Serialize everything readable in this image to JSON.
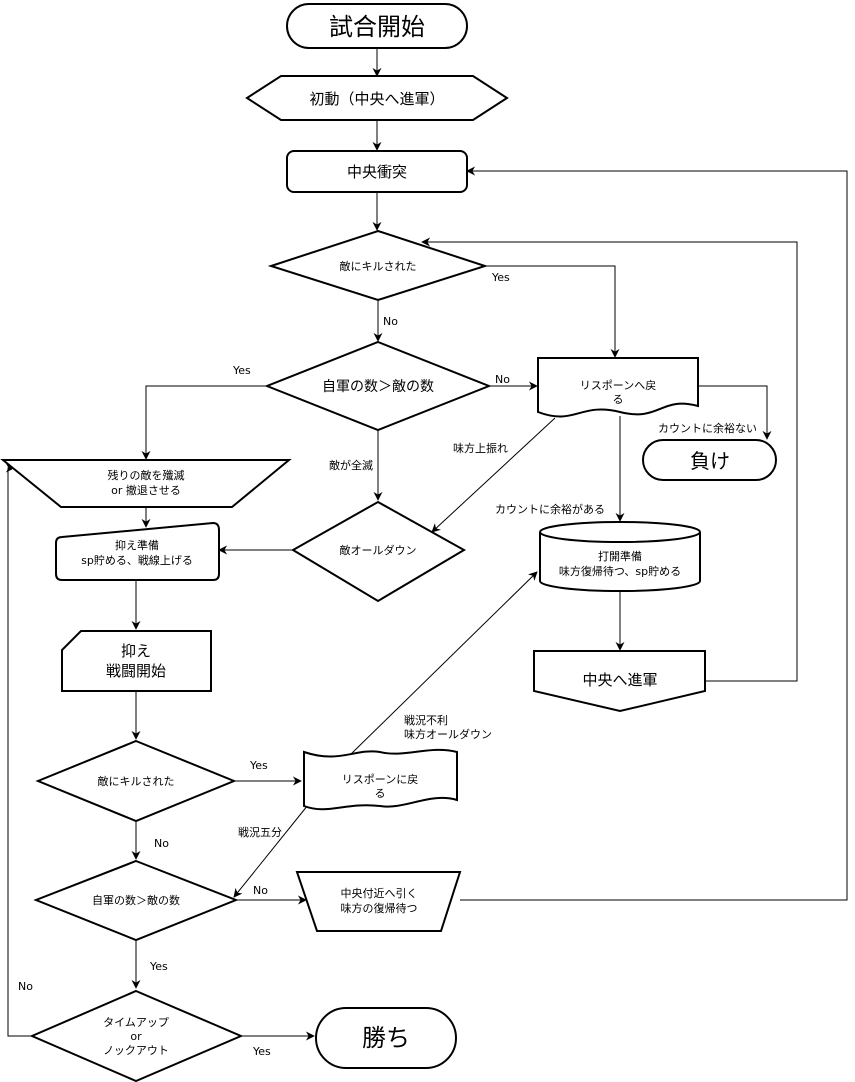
{
  "nodes": {
    "start": "試合開始",
    "initial": "初動（中央へ進軍）",
    "center_clash": "中央衝突",
    "killed_1": "敵にキルされた",
    "compare_1": "自軍の数＞敵の数",
    "respawn_1": [
      "リスポーンへ戻",
      "る"
    ],
    "lose": "負け",
    "annihilate": [
      "残りの敵を殲滅",
      "or 撤退させる"
    ],
    "enemy_all_down": "敵オールダウン",
    "break_prep": [
      "打開準備",
      "味方復帰待つ、sp貯める"
    ],
    "hold_prep": [
      "抑え準備",
      "sp貯める、戦線上げる"
    ],
    "advance_center": "中央へ進軍",
    "hold_battle": [
      "抑え",
      "戦闘開始"
    ],
    "killed_2": "敵にキルされた",
    "respawn_2": [
      "リスポーンに戻",
      "る"
    ],
    "compare_2": "自軍の数＞敵の数",
    "retreat_center": [
      "中央付近へ引く",
      "味方の復帰待つ"
    ],
    "timeup": [
      "タイムアップ",
      "or",
      "ノックアウト"
    ],
    "win": "勝ち"
  },
  "edge_labels": {
    "yes_1": "Yes",
    "no_1": "No",
    "yes_2": "Yes",
    "no_2": "No",
    "enemy_wiped": "敵が全滅",
    "ally_upswing": "味方上振れ",
    "count_spare_no": "カウントに余裕ない",
    "count_spare_yes": "カウントに余裕がある",
    "bad_situation": [
      "戦況不利",
      "味方オールダウン"
    ],
    "yes_3": "Yes",
    "even_situation": "戦況五分",
    "no_3": "No",
    "no_4": "No",
    "yes_4": "Yes",
    "no_5": "No",
    "yes_5": "Yes"
  }
}
